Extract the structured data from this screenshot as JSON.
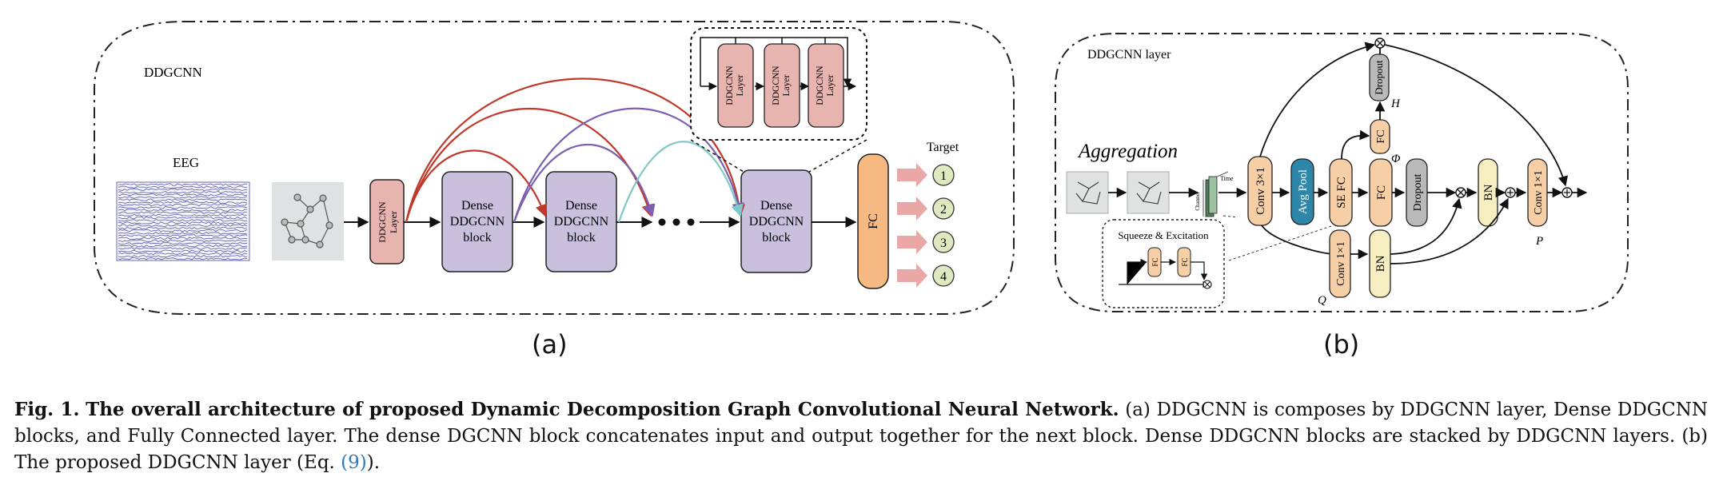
{
  "panel_a": {
    "title": "DDGCNN",
    "eeg_label": "EEG",
    "layer_label_1": "DDGCNN",
    "layer_label_2": "Layer",
    "dense_block_line1": "Dense",
    "dense_block_line2": "DDGCNN",
    "dense_block_line3": "block",
    "inset_layer_line1": "DDGCNN",
    "inset_layer_line2": "Layer",
    "fc_label": "FC",
    "target_label": "Target",
    "targets": [
      "1",
      "2",
      "3",
      "4"
    ],
    "sublabel": "(a)"
  },
  "panel_b": {
    "title": "DDGCNN layer",
    "aggregation": "Aggregation",
    "time": "Time",
    "channel": "Channel",
    "conv3x1": "Conv 3×1",
    "avgpool": "Avg Pool",
    "sefc": "SE FC",
    "fc": "FC",
    "dropout": "Dropout",
    "bn": "BN",
    "conv1x1": "Conv 1×1",
    "se_title": "Squeeze & Excitation",
    "se_fc": "FC",
    "label_H": "H",
    "label_phi": "Φ",
    "label_Q": "Q",
    "label_P": "P",
    "sublabel": "(b)"
  },
  "caption": {
    "fig_label": "Fig. 1.",
    "bold_title": "The overall architecture of proposed Dynamic Decomposition Graph Convolutional Neural Network.",
    "text": "(a) DDGCNN is composes by DDGCNN layer, Dense DDGCNN blocks, and Fully Connected layer. The dense DGCNN block concatenates input and output together for the next block. Dense DDGCNN blocks are stacked by DDGCNN layers. (b) The proposed DDGCNN layer (Eq. ",
    "eq_ref": "(9)",
    "text_end": ")."
  },
  "colors": {
    "layer_pink": "#e8b4b0",
    "dense_purple": "#c8c0dc",
    "fc_orange": "#f5b981",
    "target_green": "#dfe9c0",
    "arrow_pink": "#e9a7a5",
    "arc_red": "#c0392b",
    "arc_purple": "#7b5fb0",
    "arc_teal": "#7ec8c6",
    "b_orange": "#f7cfa6",
    "b_teal": "#2e86a8",
    "b_gray": "#b9b9b9",
    "b_yellow": "#f6edc0"
  }
}
